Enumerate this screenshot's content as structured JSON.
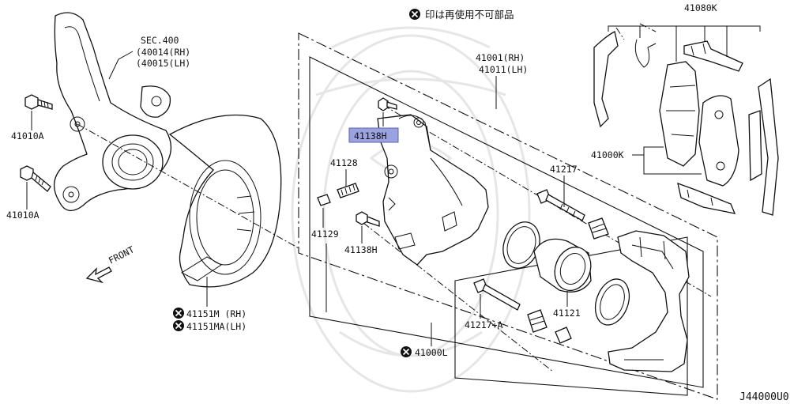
{
  "legend": {
    "note": "印は再使用不可部品"
  },
  "drawing_code": "J44000U0",
  "highlight_color": "#9aa2e0",
  "labels": {
    "sec400_l1": "SEC.400",
    "sec400_l2": "(40014(RH)",
    "sec400_l3": "(40015(LH)",
    "bolt_upper": "41010A",
    "bolt_lower": "41010A",
    "front": "FRONT",
    "shield_rh": "41151M (RH)",
    "shield_lh": "41151MA(LH)",
    "caliper_rh": "41001(RH)",
    "caliper_lh": "41011(LH)",
    "bleeder_bolt": "41138H",
    "p41128": "41128",
    "p41129": "41129",
    "lower_bolt": "41138H",
    "pin_upper": "41217",
    "pin_lower": "41217+A",
    "piston": "41121",
    "seal_kit": "41000L",
    "pad_kit": "41080K",
    "pad_set": "41000K"
  }
}
